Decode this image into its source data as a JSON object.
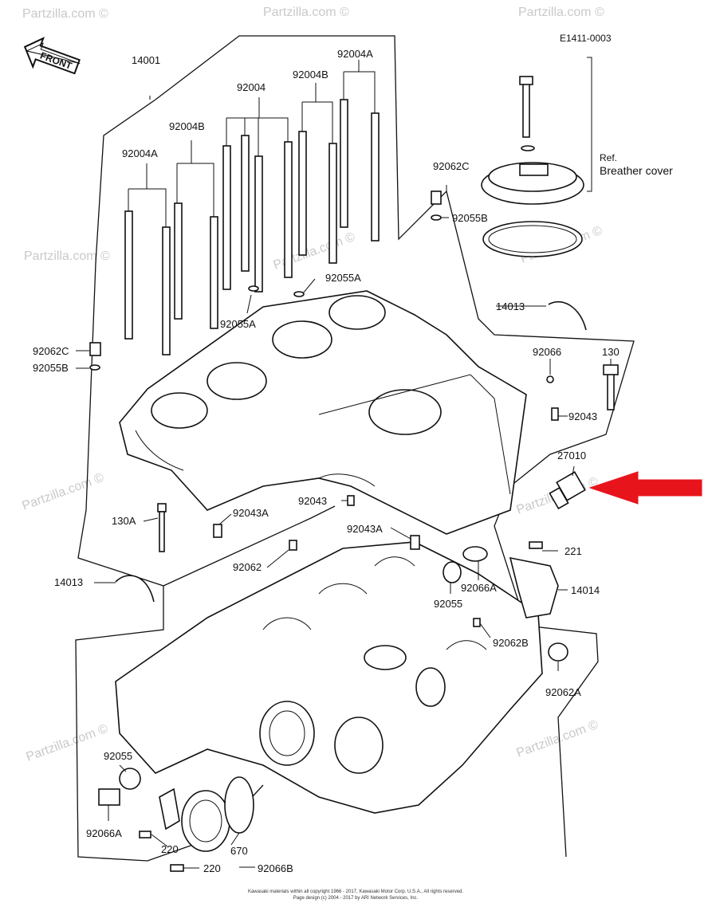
{
  "diagram_id": "E1411-0003",
  "front_label": "FRONT",
  "ref_label": "Ref.",
  "ref_name": "Breather cover",
  "watermark": "Partzilla.com ©",
  "footer_line1": "Kawasaki materials within all copyright 1966 - 2017, Kawasaki Motor Corp. U.S.A., All rights reserved.",
  "footer_line2": "Page design (c) 2004 - 2017 by ARI Network Services, Inc.",
  "highlight_color": "#e8141c",
  "callouts": [
    "14001",
    "92004A",
    "92004",
    "92004B",
    "92004B",
    "92004A",
    "92062C",
    "92055B",
    "92055A",
    "92055A",
    "14013",
    "92062C",
    "92055B",
    "92066",
    "130",
    "92043",
    "27010",
    "130A",
    "92043",
    "92043A",
    "92043A",
    "221",
    "92062",
    "14013",
    "92055",
    "92066A",
    "14014",
    "92062B",
    "92062A",
    "92055",
    "92066A",
    "220",
    "670",
    "220",
    "92066B"
  ]
}
